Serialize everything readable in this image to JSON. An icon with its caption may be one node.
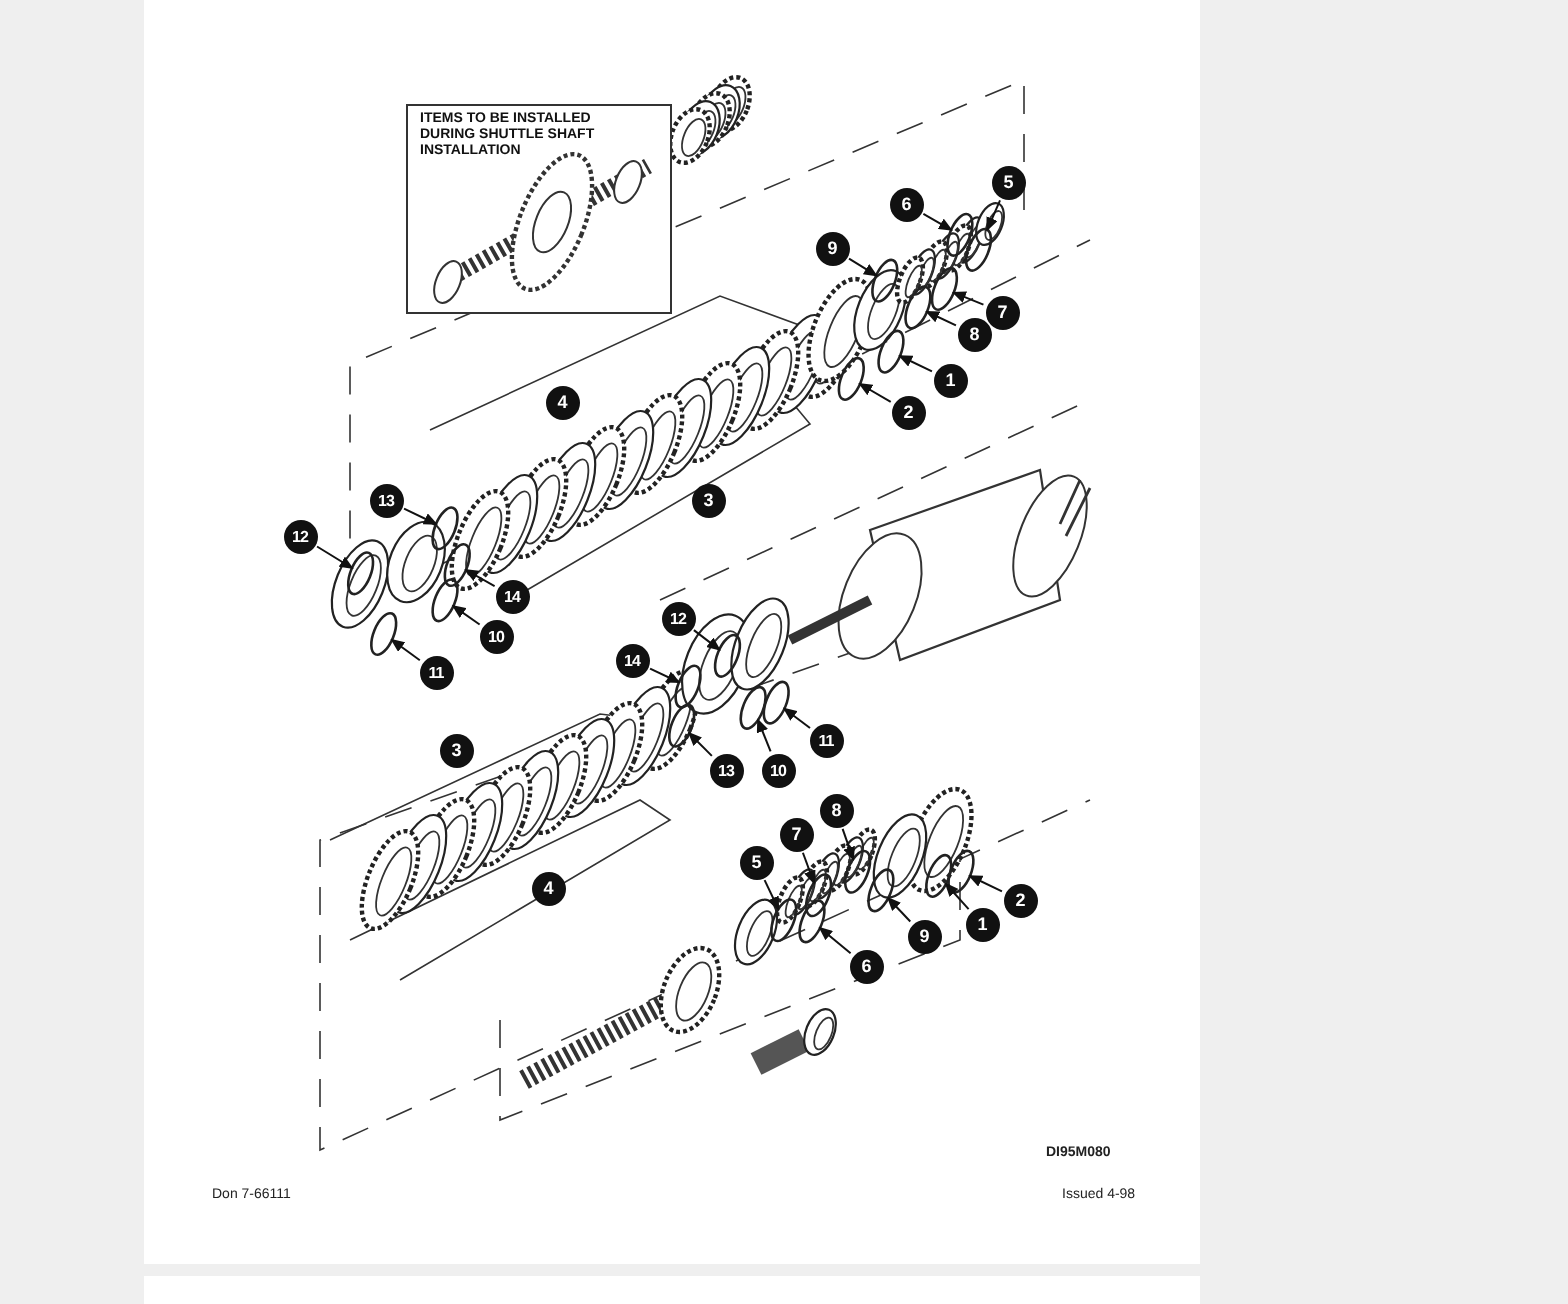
{
  "diagram": {
    "nodes": [
      {
        "text": [
          "ITEMS TO BE INSTALLED DURING SHUTTLE SHAFT INSTALLATION"
        ]
      },
      {
        "text": [
          "5"
        ]
      },
      {
        "text": [
          "6"
        ]
      },
      {
        "text": [
          "9"
        ]
      },
      {
        "text": [
          "7"
        ]
      },
      {
        "text": [
          "8"
        ]
      },
      {
        "text": [
          "1"
        ]
      },
      {
        "text": [
          "2"
        ]
      },
      {
        "text": [
          "13"
        ]
      },
      {
        "text": [
          "12"
        ]
      },
      {
        "text": [
          "14"
        ]
      },
      {
        "text": [
          "10"
        ]
      },
      {
        "text": [
          "11"
        ]
      },
      {
        "text": [
          "12"
        ]
      },
      {
        "text": [
          "14"
        ]
      },
      {
        "text": [
          "11"
        ]
      },
      {
        "text": [
          "13"
        ]
      },
      {
        "text": [
          "10"
        ]
      },
      {
        "text": [
          "8"
        ]
      },
      {
        "text": [
          "7"
        ]
      },
      {
        "text": [
          "5"
        ]
      },
      {
        "text": [
          "2"
        ]
      },
      {
        "text": [
          "9"
        ]
      },
      {
        "text": [
          "1"
        ]
      },
      {
        "text": [
          "6"
        ]
      },
      {
        "text": [
          "4"
        ]
      },
      {
        "text": [
          "3"
        ]
      },
      {
        "text": [
          "3"
        ]
      },
      {
        "text": [
          "4"
        ]
      },
      {
        "text": [],
        "shape": "ring"
      },
      {
        "text": [],
        "shape": "ring"
      },
      {
        "text": [],
        "shape": "ring"
      },
      {
        "text": [],
        "shape": "ring"
      },
      {
        "text": [],
        "shape": "ring"
      },
      {
        "text": [],
        "shape": "ring"
      },
      {
        "text": [],
        "shape": "ring"
      },
      {
        "text": [],
        "shape": "ring"
      },
      {
        "text": [],
        "shape": "ring"
      },
      {
        "text": [],
        "shape": "ring"
      },
      {
        "text": [],
        "shape": "ring"
      },
      {
        "text": [],
        "shape": "ring"
      },
      {
        "text": [],
        "shape": "ring"
      },
      {
        "text": [],
        "shape": "ring"
      },
      {
        "text": [],
        "shape": "ring"
      },
      {
        "text": [],
        "shape": "ring"
      },
      {
        "text": [],
        "shape": "ring"
      },
      {
        "text": [],
        "shape": "ring"
      },
      {
        "text": [],
        "shape": "ring"
      },
      {
        "text": [],
        "shape": "ring"
      },
      {
        "text": [],
        "shape": "ring"
      },
      {
        "text": [],
        "shape": "ring"
      },
      {
        "text": [],
        "shape": "ring"
      },
      {
        "text": [],
        "shape": "ring"
      }
    ],
    "edges": [
      {
        "from": 1,
        "to": 29,
        "arrow": "to"
      },
      {
        "from": 2,
        "to": 30,
        "arrow": "to"
      },
      {
        "from": 3,
        "to": 31,
        "arrow": "to"
      },
      {
        "from": 4,
        "to": 32,
        "arrow": "to"
      },
      {
        "from": 5,
        "to": 33,
        "arrow": "to"
      },
      {
        "from": 6,
        "to": 34,
        "arrow": "to"
      },
      {
        "from": 7,
        "to": 35,
        "arrow": "to"
      },
      {
        "from": 8,
        "to": 36,
        "arrow": "to"
      },
      {
        "from": 9,
        "to": 37,
        "arrow": "to"
      },
      {
        "from": 10,
        "to": 38,
        "arrow": "to"
      },
      {
        "from": 11,
        "to": 39,
        "arrow": "to"
      },
      {
        "from": 12,
        "to": 40,
        "arrow": "to"
      },
      {
        "from": 13,
        "to": 41,
        "arrow": "to"
      },
      {
        "from": 14,
        "to": 42,
        "arrow": "to"
      },
      {
        "from": 15,
        "to": 43,
        "arrow": "to"
      },
      {
        "from": 16,
        "to": 44,
        "arrow": "to"
      },
      {
        "from": 17,
        "to": 45,
        "arrow": "to"
      },
      {
        "from": 18,
        "to": 46,
        "arrow": "to"
      },
      {
        "from": 19,
        "to": 47,
        "arrow": "to"
      },
      {
        "from": 20,
        "to": 48,
        "arrow": "to"
      },
      {
        "from": 21,
        "to": 49,
        "arrow": "to"
      },
      {
        "from": 22,
        "to": 50,
        "arrow": "to"
      },
      {
        "from": 23,
        "to": 51,
        "arrow": "to"
      },
      {
        "from": 24,
        "to": 52,
        "arrow": "to"
      }
    ],
    "labels": [
      "DI95M080",
      "Don 7-66111",
      "Issued 4-98"
    ]
  }
}
